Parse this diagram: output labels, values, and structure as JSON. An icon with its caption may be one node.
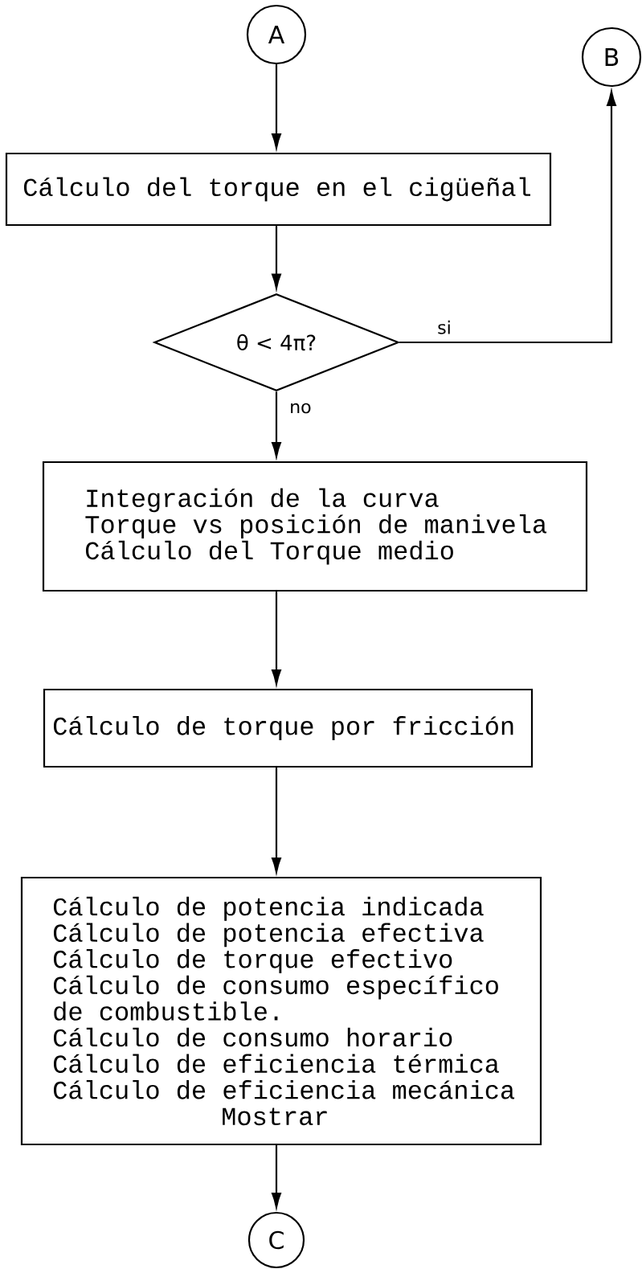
{
  "diagram": {
    "nodes": [
      {
        "text": [
          "A"
        ]
      },
      {
        "text": [
          "B"
        ]
      },
      {
        "text": [
          "Cálculo del torque en el cigüeñal"
        ]
      },
      {
        "text": [
          "θ < 4π?"
        ]
      },
      {
        "text": [
          "Integración de la curva",
          "Torque vs posición de manivela",
          "Cálculo del Torque medio"
        ]
      },
      {
        "text": [
          "Cálculo de torque por fricción"
        ]
      },
      {
        "text": [
          "Cálculo de potencia indicada",
          "Cálculo de potencia efectiva",
          "Cálculo de torque efectivo",
          "Cálculo de consumo específico de combustible.",
          "Cálculo de consumo horario",
          "Cálculo de eficiencia térmica",
          "Cálculo de eficiencia mecánica",
          "Mostrar"
        ]
      },
      {
        "text": [
          "C"
        ]
      }
    ],
    "edges": [
      {
        "from": 0,
        "to": 2,
        "arrow": "to"
      },
      {
        "from": 2,
        "to": 3,
        "arrow": "to"
      },
      {
        "from": 3,
        "to": 1,
        "arrow": "to",
        "label": "si"
      },
      {
        "from": 3,
        "to": 4,
        "arrow": "to",
        "label": "no"
      },
      {
        "from": 4,
        "to": 5,
        "arrow": "to"
      },
      {
        "from": 5,
        "to": 6,
        "arrow": "to"
      },
      {
        "from": 6,
        "to": 7,
        "arrow": "to"
      }
    ]
  }
}
